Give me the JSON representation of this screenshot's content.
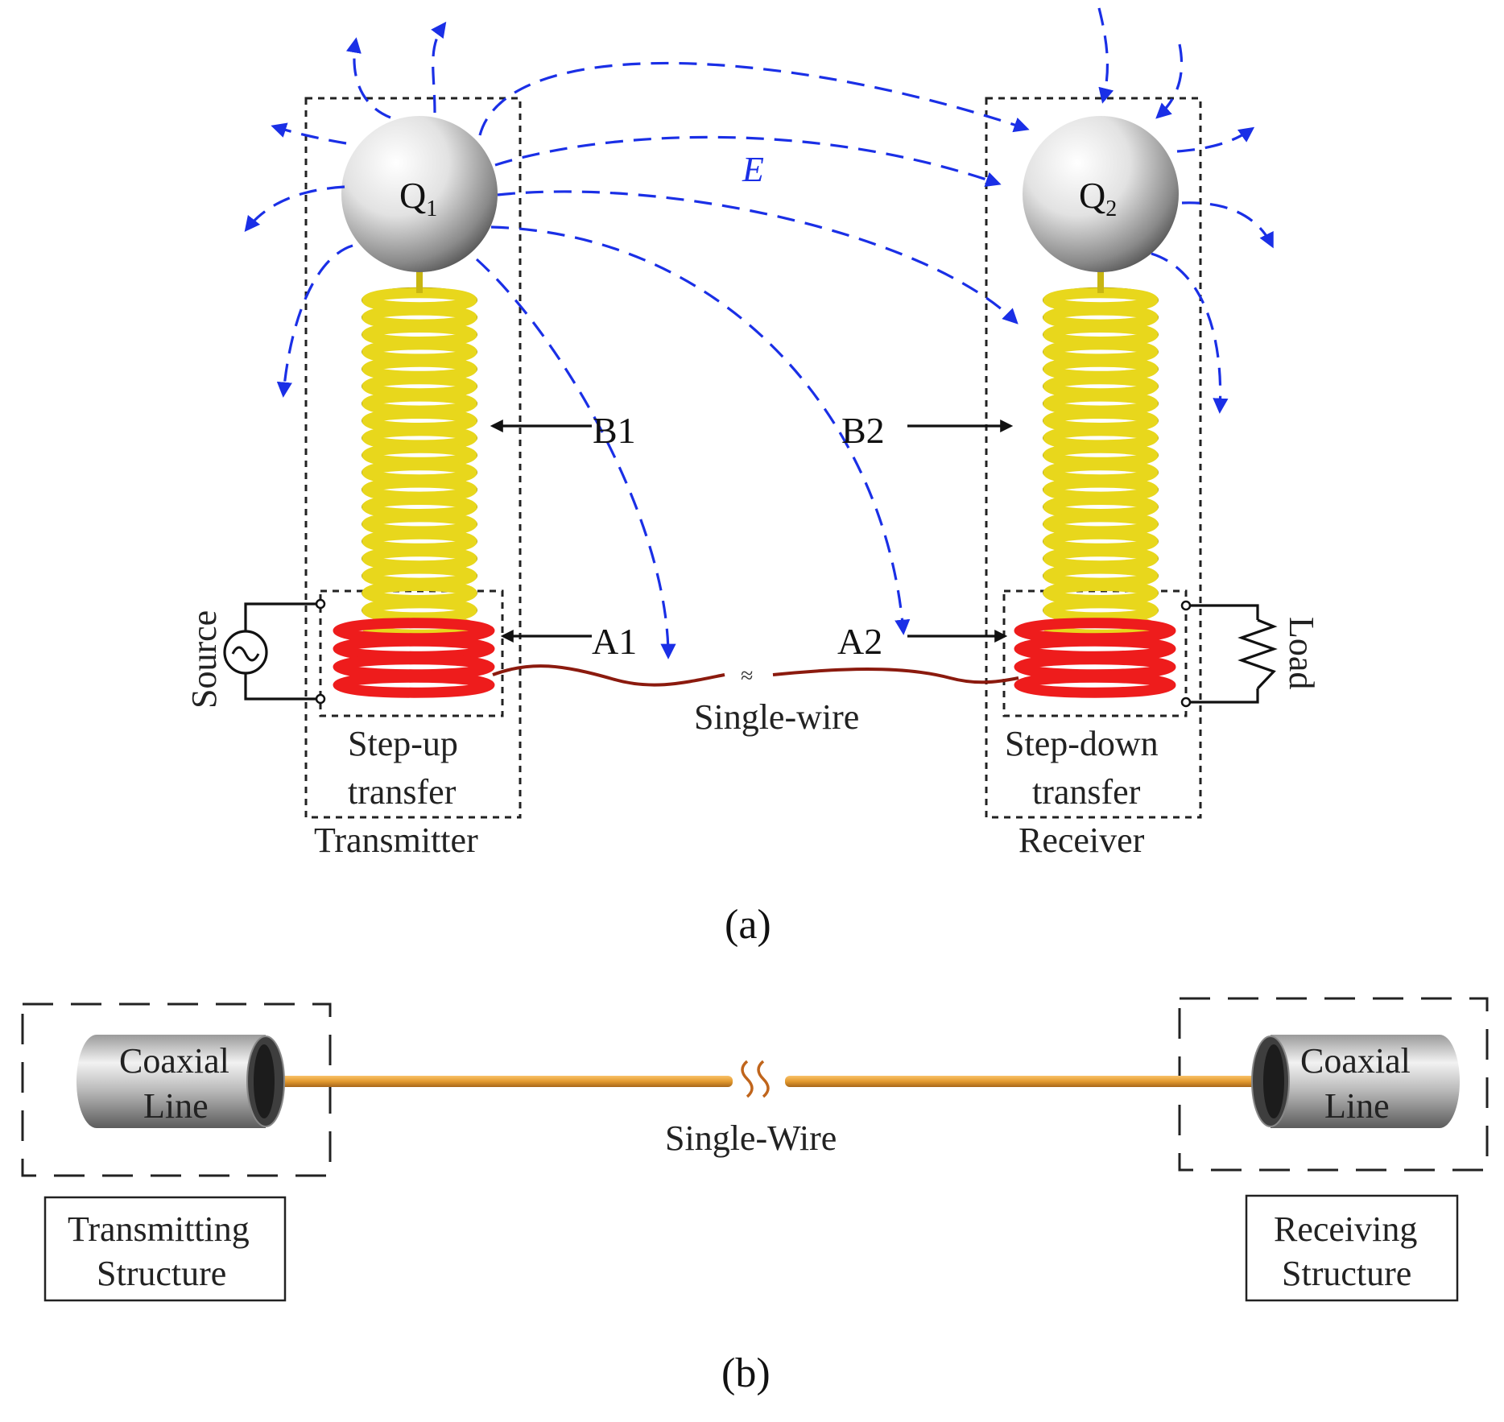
{
  "panel_a": {
    "label": "(a)",
    "field_label": "E",
    "charge_left": "Q",
    "charge_left_sub": "1",
    "charge_right": "Q",
    "charge_right_sub": "2",
    "b1": "B1",
    "b2": "B2",
    "a1": "A1",
    "a2": "A2",
    "source": "Source",
    "load": "Load",
    "wire_label": "Single-wire",
    "stepup_line1": "Step-up",
    "stepup_line2": "transfer",
    "transmitter": "Transmitter",
    "stepdown_line1": "Step-down",
    "stepdown_line2": "transfer",
    "receiver": "Receiver"
  },
  "panel_b": {
    "label": "(b)",
    "coax_left_line1": "Coaxial",
    "coax_left_line2": "Line",
    "coax_right_line1": "Coaxial",
    "coax_right_line2": "Line",
    "wire_label": "Single-Wire",
    "transmit_line1": "Transmitting",
    "transmit_line2": "Structure",
    "receive_line1": "Receiving",
    "receive_line2": "Structure"
  },
  "colors": {
    "field_lines": "#1a2fe6",
    "coil_secondary": "#e8d71c",
    "coil_primary": "#ee1c1c",
    "single_wire_a": "#8b1a0e",
    "single_wire_b": "#e39a2e"
  }
}
